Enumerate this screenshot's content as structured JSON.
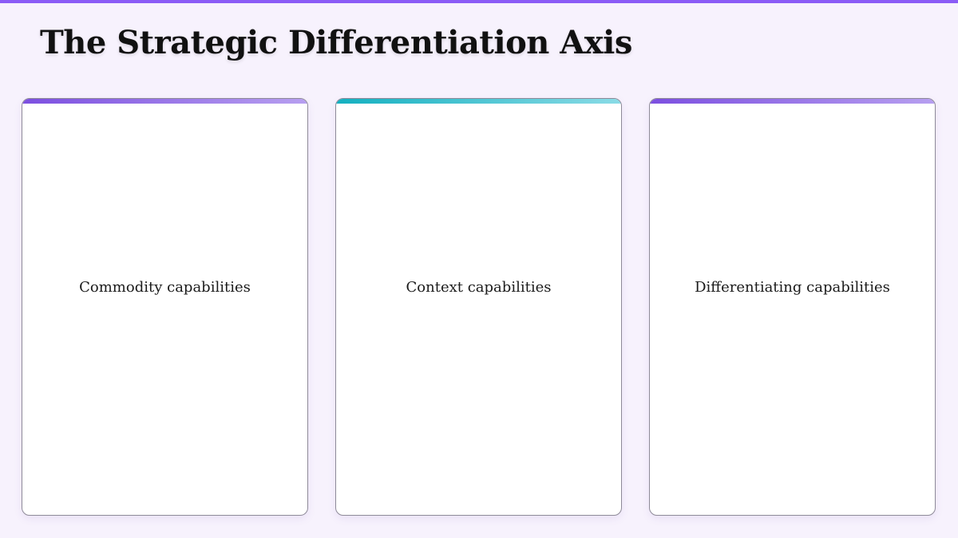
{
  "slide": {
    "title": "The Strategic Differentiation Axis",
    "colors": {
      "background": "#f7f2fd",
      "top_bar": "#8b5cf6",
      "accent_purple": "#7c4fe0",
      "accent_teal": "#14b0c0"
    },
    "cards": [
      {
        "label": "Commodity capabilities",
        "accent": "purple"
      },
      {
        "label": "Context capabilities",
        "accent": "teal"
      },
      {
        "label": "Differentiating capabilities",
        "accent": "purple"
      }
    ]
  }
}
